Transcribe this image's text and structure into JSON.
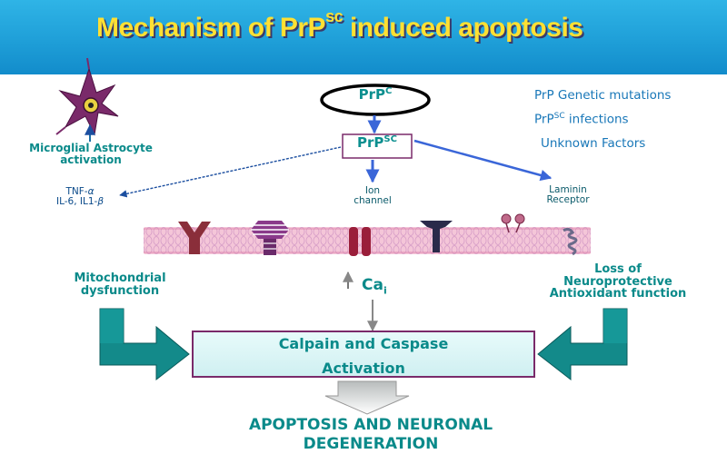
{
  "title": {
    "main": "Mechanism of PrP",
    "sup": "sc",
    "rest": " induced apoptosis"
  },
  "nodes": {
    "prpc": {
      "base": "PrP",
      "sup": "C"
    },
    "prpsc": {
      "base": "PrP",
      "sup": "SC"
    },
    "microglia": {
      "line1": "Microglial Astrocyte",
      "line2": "activation"
    },
    "cytokines": {
      "line1a": "TNF-",
      "line1b": "α",
      "line2a": "IL-6, IL1-",
      "line2b": "β"
    },
    "ion_channel": {
      "line1": "Ion",
      "line2": "channel"
    },
    "laminin": {
      "line1": "Laminin",
      "line2": "Receptor"
    },
    "mito": {
      "line1": "Mitochondrial",
      "line2": "dysfunction"
    },
    "neuroprotective": {
      "line1": "Loss of",
      "line2": "Neuroprotective",
      "line3": "Antioxidant function"
    },
    "calcium": {
      "base": "Ca",
      "sub": "i"
    },
    "calpain": {
      "line1": "Calpain and Caspase",
      "line2": "Activation"
    },
    "apoptosis": {
      "line1": "APOPTOSIS AND NEURONAL",
      "line2": "DEGENERATION"
    }
  },
  "causes": {
    "genetic": "PrP Genetic mutations",
    "infection_base": "PrP",
    "infection_sup": "SC",
    "infection_rest": " infections",
    "unknown": "Unknown Factors"
  },
  "colors": {
    "header": "#1f9fd8",
    "title": "#ffe033",
    "teal_text": "#0a8a8a",
    "blue_text": "#1a6abf",
    "arrow_blue": "#3a66d8",
    "membrane_pink": "#f2b8cf",
    "big_arrow_teal": "#138a8a",
    "prpsc_box_border": "#7a2a6a"
  }
}
